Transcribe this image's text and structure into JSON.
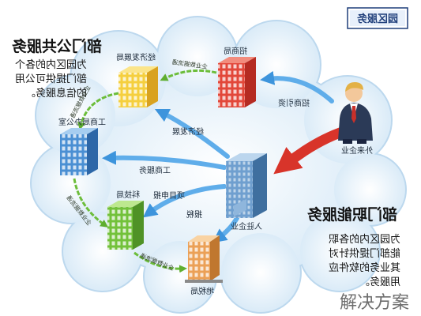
{
  "badge": {
    "label": "园区服务"
  },
  "public_service": {
    "title": "部门公共服务",
    "lines": [
      "为园区内的各个",
      "部门提供可公用",
      "的信息服务。"
    ]
  },
  "functional_service": {
    "title": "部门职能服务",
    "lines": [
      "为园区内的各职",
      "能部门提供针对",
      "其业务的软件应",
      "用服务。"
    ]
  },
  "nodes": {
    "economic_bureau": "经济发展局",
    "investment_bureau": "招商局",
    "commerce_office": "工商局办公室",
    "resident_enterprise": "入驻企业",
    "science_bureau": "科技局",
    "tax_bureau": "地税局",
    "external_enterprise": "外来企业"
  },
  "services": {
    "investment": "招商引资",
    "economic_development": "经济发展",
    "commerce": "工商服务",
    "project_application": "项目申报",
    "tax_filing": "报税"
  },
  "data_flow_label": "企业数据流通",
  "watermark": "解决方案",
  "colors": {
    "cloud": "#e4f1fb",
    "service_arrow": "#4fa3e3",
    "entry_arrow": "#d8342a",
    "data_arrow": "#6cbd3a"
  }
}
